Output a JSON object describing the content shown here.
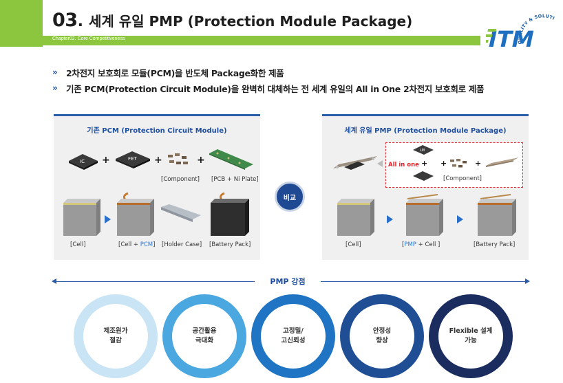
{
  "header": {
    "number": "03",
    "dot": ".",
    "title": "세계 유일 PMP (Protection Module Package)",
    "subtitle": "Chapter02. Core Competitiveness"
  },
  "logo": {
    "text": "ITM",
    "arc_text": "QUALITY & SOLUTION"
  },
  "bullets": [
    {
      "mark": "»",
      "text": "2차전지 보호회로 모듈(PCM)을 반도체 Package화한 제품"
    },
    {
      "mark": "»",
      "text": "기존 PCM(Protection Circuit Module)을 완벽히 대체하는 전 세계 유일의 All in One 2차전지 보호회로 제품"
    }
  ],
  "left_panel": {
    "title": "기존 PCM (Protection Circuit Module)",
    "chips": {
      "ic": "IC",
      "fet": "FET"
    },
    "component_caption": "[Component]",
    "pcb_caption": "[PCB + Ni Plate]",
    "captions": {
      "cell": "[Cell]",
      "cell_pcm_prefix": "[Cell + ",
      "cell_pcm_highlight": "PCM",
      "cell_pcm_suffix": "]",
      "holder": "[Holder Case]",
      "battery": "[Battery Pack]"
    }
  },
  "compare_button": "비교",
  "right_panel": {
    "title": "세계 유일 PMP (Protection Module Package)",
    "all_in_one": "All in one",
    "component_caption": "[Component]",
    "captions": {
      "cell": "[Cell]",
      "pmp_highlight": "PMP",
      "pmp_suffix": " + Cell ]",
      "pmp_prefix": "[",
      "battery": "[Battery Pack]"
    }
  },
  "divider": {
    "label": "PMP 강점"
  },
  "strengths": [
    {
      "line1": "제조원가",
      "line2": "절감"
    },
    {
      "line1": "공간활용",
      "line2": "극대화"
    },
    {
      "line1": "고정밀/",
      "line2": "고신뢰성"
    },
    {
      "line1": "안정성",
      "line2": "향상"
    },
    {
      "line1": "Flexible 설계",
      "line2": "가능"
    }
  ],
  "colors": {
    "green": "#8cc63f",
    "blue": "#1f4fa0",
    "accent_blue": "#2a7bd6",
    "red": "#e0262f"
  }
}
